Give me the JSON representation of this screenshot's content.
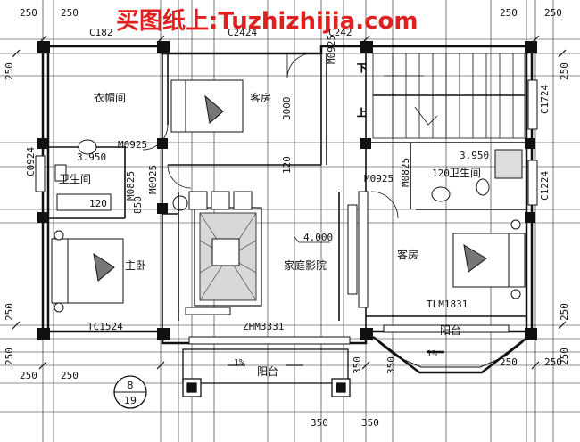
{
  "watermark": "买图纸上:Tuzhizhijia.com",
  "rooms": {
    "cloakroom": "衣帽间",
    "guest_room_top": "客房",
    "master_bedroom": "主卧",
    "family_theater": "家庭影院",
    "guest_room_right": "客房",
    "bath_left": "卫生间",
    "bath_right": "卫生间",
    "balcony_bottom": "阳台",
    "balcony_right": "阳台"
  },
  "levels": {
    "bath_left": "3.950",
    "bath_right": "3.950",
    "family_theater": "4.000"
  },
  "openings": {
    "c1824": "C182",
    "c2424": "C2424",
    "c_top_right": "C242",
    "m0925_top": "M0925",
    "m0925_left": "M0925",
    "m0925_left2": "M0925",
    "m0825_left": "M0825",
    "m0925_right": "M0925",
    "m0825_right": "M0825",
    "c0924": "C0924",
    "c1724": "C1724",
    "c1224": "C1224",
    "tc1524": "TC1524",
    "zhm3331": "ZHM3331",
    "tlm1831": "TLM1831"
  },
  "dimensions": {
    "d250": "250",
    "d120": "120",
    "d3000": "3000",
    "d350": "350",
    "d850": "850",
    "slope": "1%"
  },
  "section_mark": {
    "number": "8",
    "sheet": "19"
  },
  "stair": {
    "down": "下",
    "up": "上"
  }
}
